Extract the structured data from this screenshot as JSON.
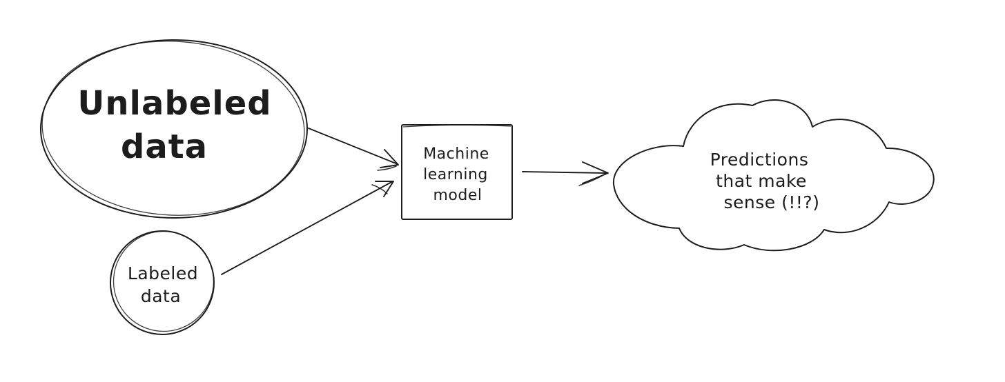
{
  "diagram": {
    "background": "#ffffff",
    "ink_color": "#1c1c1c",
    "nodes": {
      "unlabeled_data": {
        "shape": "ellipse",
        "lines": [
          "Unlabeled",
          "data"
        ]
      },
      "labeled_data": {
        "shape": "circle",
        "lines": [
          "Labeled",
          "data"
        ]
      },
      "ml_model": {
        "shape": "rectangle",
        "lines": [
          "Machine",
          "learning",
          "model"
        ]
      },
      "predictions": {
        "shape": "cloud",
        "lines": [
          "Predictions",
          "that make",
          "sense (!!?)"
        ]
      }
    },
    "edges": [
      {
        "from": "unlabeled_data",
        "to": "ml_model",
        "style": "arrow"
      },
      {
        "from": "labeled_data",
        "to": "ml_model",
        "style": "arrow"
      },
      {
        "from": "ml_model",
        "to": "predictions",
        "style": "arrow"
      }
    ]
  }
}
